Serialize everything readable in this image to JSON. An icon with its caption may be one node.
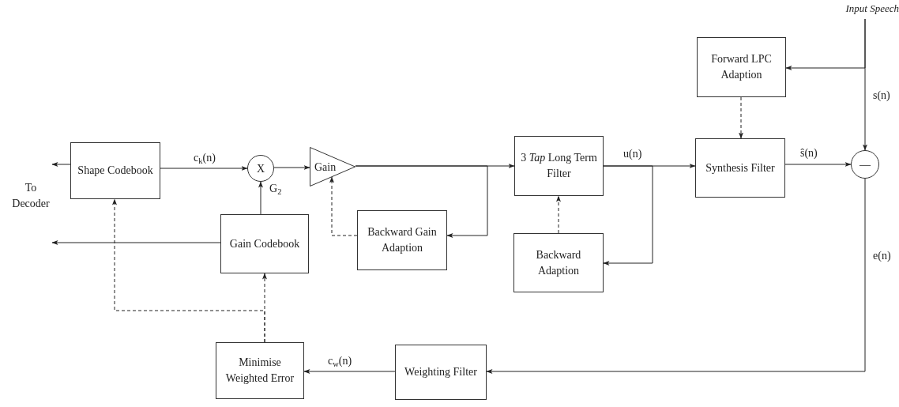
{
  "diagram": {
    "nodes": [
      {
        "text": [
          "Shape Codebook"
        ]
      },
      {
        "text": [
          "X"
        ]
      },
      {
        "text": [
          "Gain"
        ]
      },
      {
        "text": [
          "Gain Codebook"
        ]
      },
      {
        "text": [
          "Backward Gain Adaption"
        ]
      },
      {
        "text": [
          "3 *Tap* Long Term Filter"
        ]
      },
      {
        "text": [
          "Backward Adaption"
        ]
      },
      {
        "text": [
          "Synthesis Filter"
        ]
      },
      {
        "text": [
          "Forward LPC Adaption"
        ]
      },
      {
        "text": [
          "—"
        ]
      },
      {
        "text": [
          "Minimise Weighted Error"
        ]
      },
      {
        "text": [
          "Weighting Filter"
        ]
      },
      {
        "text": [
          "Input Speech"
        ]
      },
      {
        "text": [
          "To Decoder"
        ]
      }
    ],
    "edges": [
      {
        "from": 0,
        "to": 1,
        "arrow": "to",
        "label": "c$_{k}$(n)"
      },
      {
        "from": 1,
        "to": 2,
        "arrow": "to"
      },
      {
        "from": 3,
        "to": 1,
        "arrow": "to",
        "label": "G$_{2}$"
      },
      {
        "from": 2,
        "to": 5,
        "arrow": "to"
      },
      {
        "from": 2,
        "to": 4,
        "arrow": "to"
      },
      {
        "from": 4,
        "to": 2,
        "arrow": "to",
        "style": "dashed"
      },
      {
        "from": 5,
        "to": 7,
        "arrow": "to",
        "label": "u(n)"
      },
      {
        "from": 5,
        "to": 6,
        "arrow": "to"
      },
      {
        "from": 6,
        "to": 5,
        "arrow": "to",
        "style": "dashed"
      },
      {
        "from": 8,
        "to": 7,
        "arrow": "to",
        "style": "dashed"
      },
      {
        "from": 7,
        "to": 9,
        "arrow": "to",
        "label": "ŝ(n)"
      },
      {
        "from": 12,
        "to": 9,
        "arrow": "to",
        "label": "s(n)"
      },
      {
        "from": 12,
        "to": 8,
        "arrow": "to"
      },
      {
        "from": 9,
        "to": 11,
        "arrow": "to",
        "label": "e(n)"
      },
      {
        "from": 11,
        "to": 10,
        "arrow": "to",
        "label": "c$_{w}$(n)"
      },
      {
        "from": 10,
        "to": 3,
        "arrow": "to",
        "style": "dashed"
      },
      {
        "from": 10,
        "to": 0,
        "arrow": "to",
        "style": "dashed"
      },
      {
        "from": 0,
        "to": 13,
        "arrow": "to"
      },
      {
        "from": 3,
        "to": 13,
        "arrow": "to"
      }
    ]
  }
}
